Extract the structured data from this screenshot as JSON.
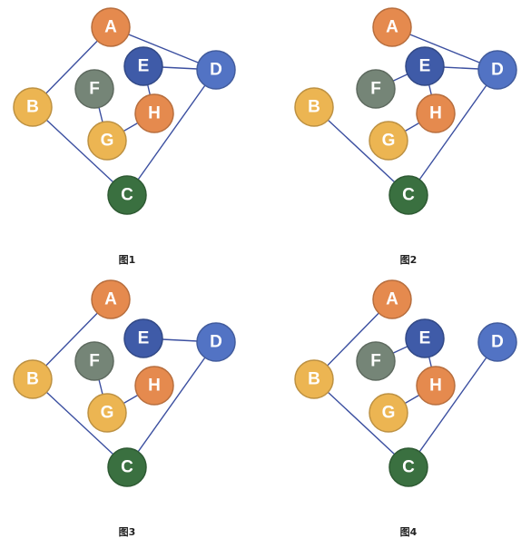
{
  "colors": {
    "orange": "#e58a4e",
    "yellow": "#ecb552",
    "gray": "#758577",
    "navy": "#3f5ba8",
    "blue": "#5273c4",
    "green": "#3a7040",
    "edge": "#3b4fa0"
  },
  "nodes": {
    "A": {
      "label": "A",
      "color": "orange"
    },
    "B": {
      "label": "B",
      "color": "yellow"
    },
    "C": {
      "label": "C",
      "color": "green"
    },
    "D": {
      "label": "D",
      "color": "blue"
    },
    "E": {
      "label": "E",
      "color": "navy"
    },
    "F": {
      "label": "F",
      "color": "gray"
    },
    "G": {
      "label": "G",
      "color": "yellow"
    },
    "H": {
      "label": "H",
      "color": "orange"
    }
  },
  "figures": [
    {
      "caption": "图1",
      "edges": [
        [
          "A",
          "D"
        ],
        [
          "A",
          "B"
        ],
        [
          "B",
          "C"
        ],
        [
          "C",
          "D"
        ],
        [
          "E",
          "D"
        ],
        [
          "E",
          "H"
        ],
        [
          "F",
          "G"
        ],
        [
          "G",
          "H"
        ]
      ]
    },
    {
      "caption": "图2",
      "edges": [
        [
          "A",
          "D"
        ],
        [
          "B",
          "C"
        ],
        [
          "C",
          "D"
        ],
        [
          "E",
          "D"
        ],
        [
          "F",
          "E"
        ],
        [
          "E",
          "H"
        ],
        [
          "G",
          "H"
        ]
      ]
    },
    {
      "caption": "图3",
      "edges": [
        [
          "A",
          "B"
        ],
        [
          "B",
          "C"
        ],
        [
          "C",
          "D"
        ],
        [
          "E",
          "D"
        ],
        [
          "F",
          "G"
        ],
        [
          "G",
          "H"
        ]
      ]
    },
    {
      "caption": "图4",
      "edges": [
        [
          "A",
          "B"
        ],
        [
          "B",
          "C"
        ],
        [
          "C",
          "D"
        ],
        [
          "F",
          "E"
        ],
        [
          "E",
          "H"
        ],
        [
          "G",
          "H"
        ]
      ]
    }
  ]
}
